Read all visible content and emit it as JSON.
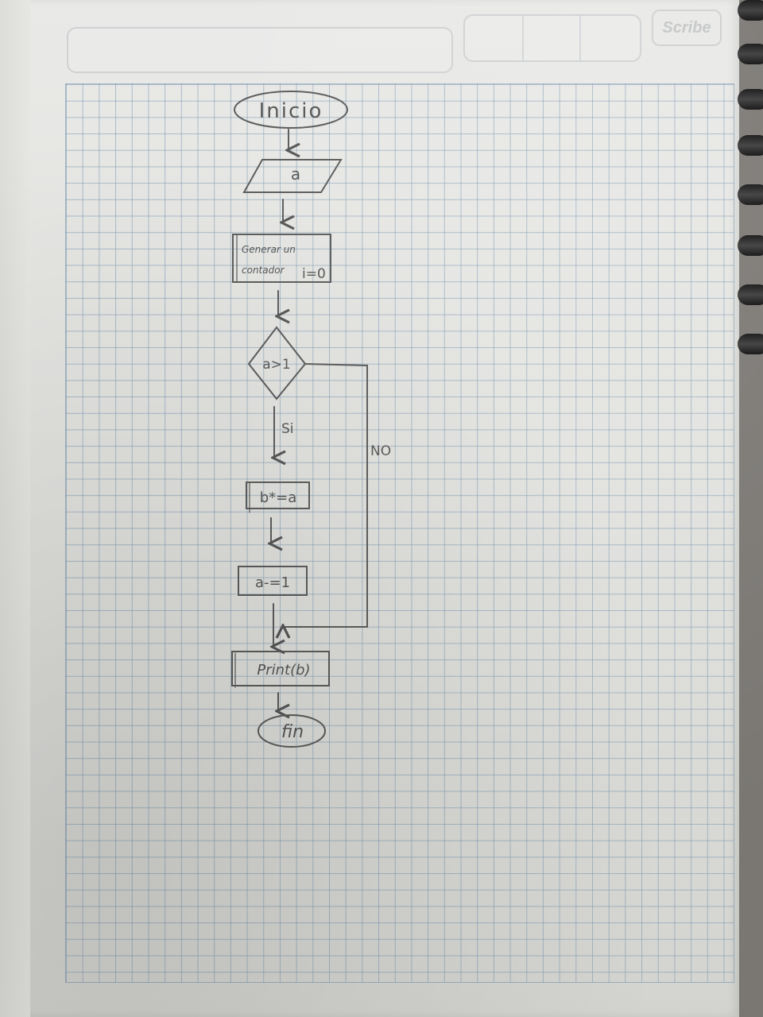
{
  "notebook": {
    "brand": "Scribe"
  },
  "flowchart": {
    "start": "Inicio",
    "input": "a",
    "counter_line1": "Generar un",
    "counter_line2": "contador",
    "counter_value": "i=0",
    "decision": "a>1",
    "yes_label": "Si",
    "no_label": "NO",
    "step_multiply": "b*=a",
    "step_decrement": "a-=1",
    "output": "Print(b)",
    "end": "fin"
  }
}
